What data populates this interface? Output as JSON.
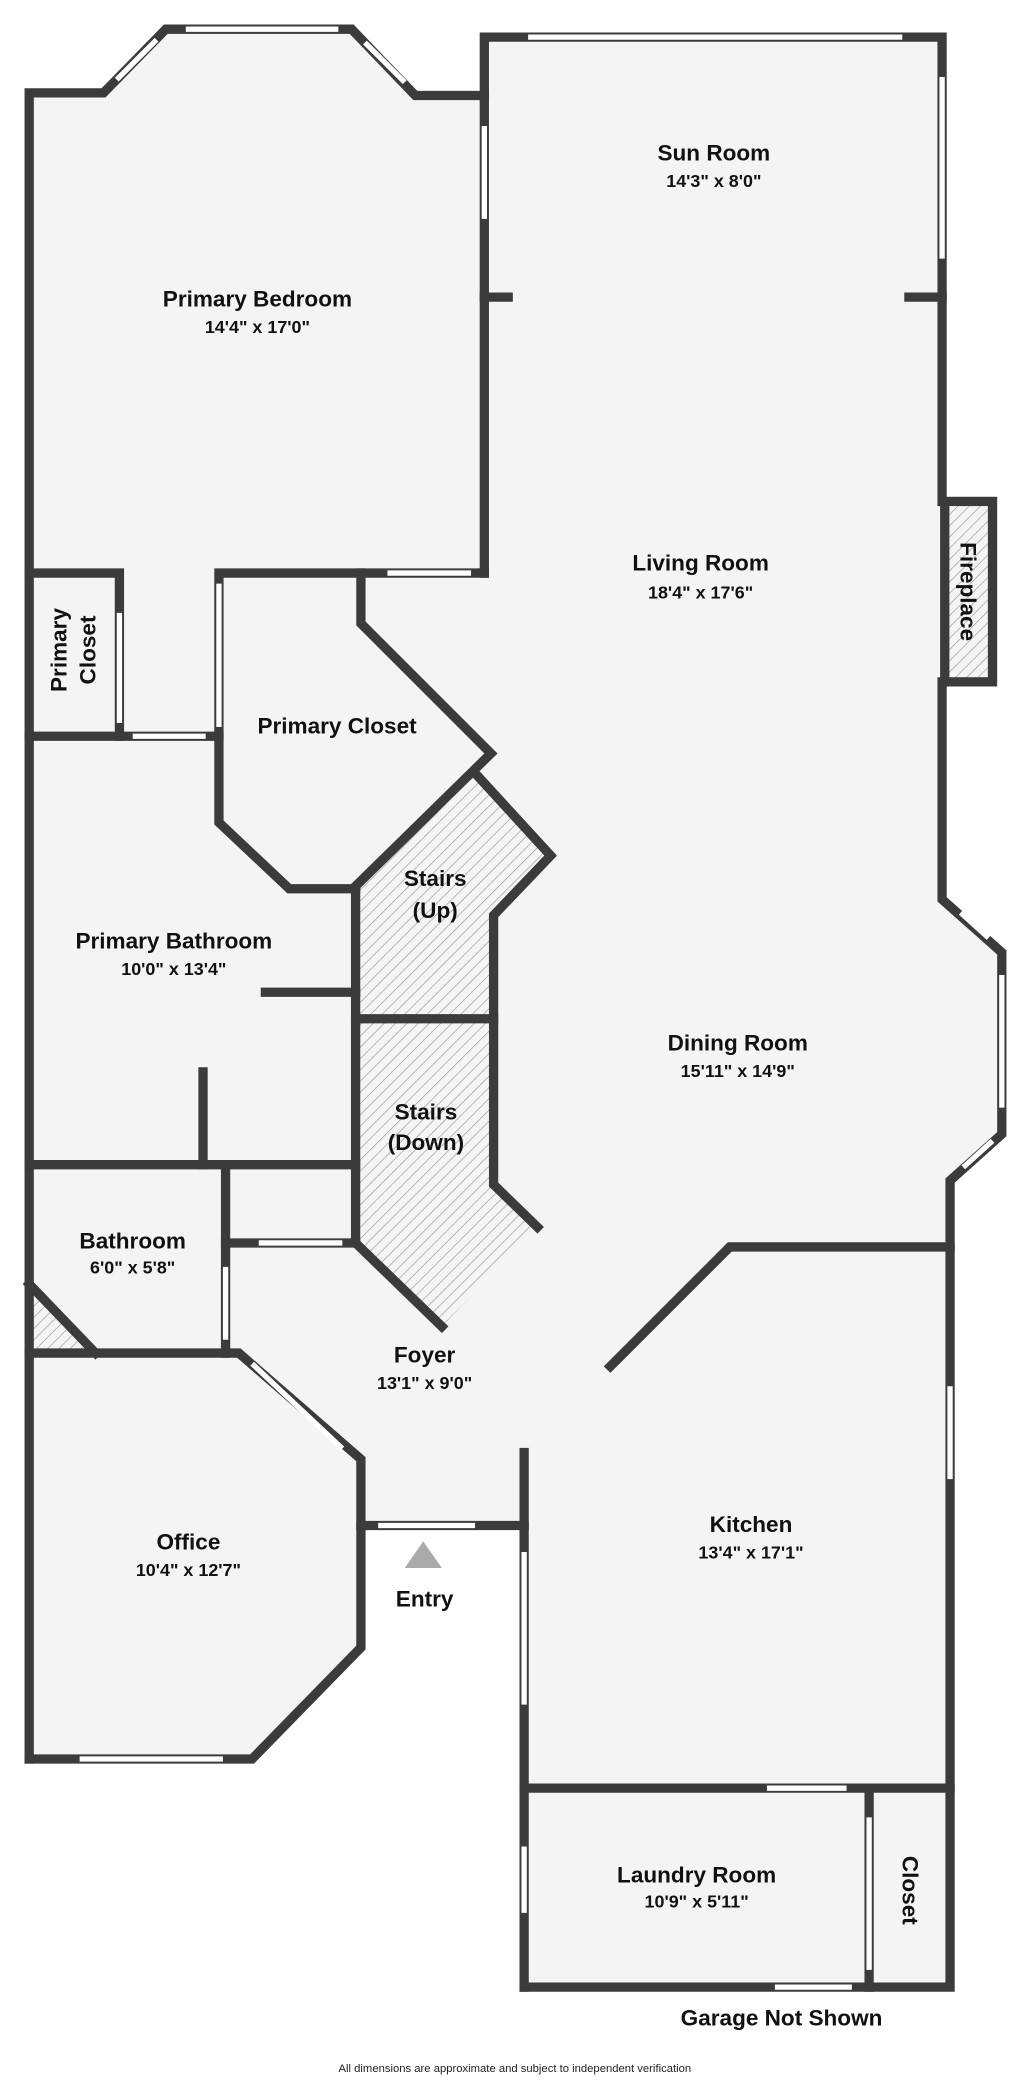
{
  "rooms": {
    "primary_bedroom": {
      "name": "Primary Bedroom",
      "dims": "14'4\" x 17'0\""
    },
    "sun_room": {
      "name": "Sun Room",
      "dims": "14'3\" x 8'0\""
    },
    "living_room": {
      "name": "Living Room",
      "dims": "18'4\" x 17'6\""
    },
    "fireplace": {
      "name": "Fireplace"
    },
    "primary_closet_small": {
      "name_line1": "Primary",
      "name_line2": "Closet"
    },
    "primary_closet": {
      "name": "Primary Closet"
    },
    "stairs_up": {
      "name_line1": "Stairs",
      "name_line2": "(Up)"
    },
    "stairs_down": {
      "name_line1": "Stairs",
      "name_line2": "(Down)"
    },
    "primary_bathroom": {
      "name": "Primary Bathroom",
      "dims": "10'0\" x 13'4\""
    },
    "dining_room": {
      "name": "Dining Room",
      "dims": "15'11\" x 14'9\""
    },
    "bathroom": {
      "name": "Bathroom",
      "dims": "6'0\" x 5'8\""
    },
    "foyer": {
      "name": "Foyer",
      "dims": "13'1\" x 9'0\""
    },
    "office": {
      "name": "Office",
      "dims": "10'4\" x 12'7\""
    },
    "kitchen": {
      "name": "Kitchen",
      "dims": "13'4\" x 17'1\""
    },
    "laundry_room": {
      "name": "Laundry Room",
      "dims": "10'9\" x 5'11\""
    },
    "closet": {
      "name": "Closet"
    }
  },
  "entry_label": "Entry",
  "garage_note": "Garage Not Shown",
  "disclaimer": "All dimensions are approximate and subject to independent verification",
  "colors": {
    "wall": "#3b3b3b",
    "floor": "#f4f4f4",
    "hatch": "#999999"
  }
}
